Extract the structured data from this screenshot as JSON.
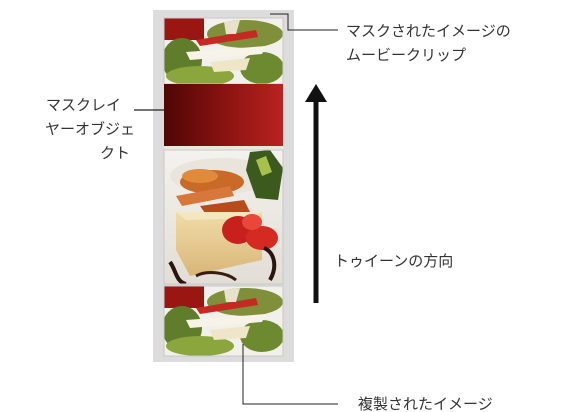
{
  "labels": {
    "masked_movieclip_line1": "マスクされたイメージの",
    "masked_movieclip_line2": "ムービークリップ",
    "mask_layer_line1": "マスクレイ",
    "mask_layer_line2": "ヤーオブジェ",
    "mask_layer_line3": "クト",
    "tween_direction": "トゥイーンの方向",
    "duplicated_image": "複製されたイメージ"
  },
  "colors": {
    "frame_background": "#dcdcdc",
    "mask_dark": "#5a0808",
    "mask_light": "#b41e1a",
    "arrow": "#111111",
    "callout_line": "#222222"
  },
  "icons": {
    "direction_arrow": "up-arrow-icon"
  }
}
